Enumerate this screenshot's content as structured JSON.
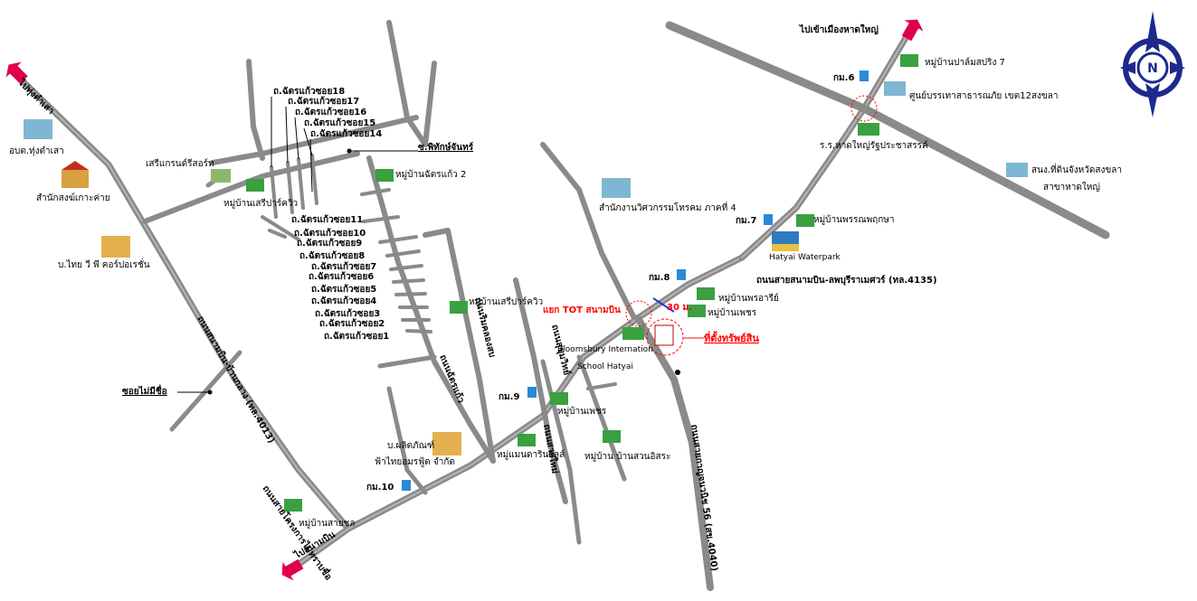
{
  "direction_labels": {
    "to_thung_tam_sao": "ไปทุ่งตำเสา",
    "to_hat_yai": "ไปเข้าเมืองหาดใหญ่",
    "to_sanambin": "ไปสนามบิน"
  },
  "road_names": {
    "sanambin_ban_klang": "ถนนสนามบิน-บ้านกลาง (ทล.4013)",
    "sanambin_lopburi": "ถนนสายสนามบิน-ลพบุรีราเมศวร์ (ทล.4135)",
    "kanchanawanit": "ถนนสายกาญจนวนิช 56 (สข.4040)",
    "sai_mai_khrongkan": "ถนนสายโครงการไม่ทราบชื่อ",
    "rim_khlong": "ถนนริมคลองสบ",
    "sak_pho": "ถนนสุขุมวิทย์",
    "chat_kaew": "ถนนฉัตรแก้ว",
    "sai_khok_pran": "ถนนสายใหม่"
  },
  "soi_labels": [
    "ถ.ฉัตรแก้วซอย18",
    "ถ.ฉัตรแก้วซอย17",
    "ถ.ฉัตรแก้วซอย16",
    "ถ.ฉัตรแก้วซอย15",
    "ถ.ฉัตรแก้วซอย14",
    "ถ.ฉัตรแก้วซอย11",
    "ถ.ฉัตรแก้วซอย10",
    "ถ.ฉัตรแก้วซอย9",
    "ถ.ฉัตรแก้วซอย8",
    "ถ.ฉัตรแก้วซอย7",
    "ถ.ฉัตรแก้วซอย6",
    "ถ.ฉัตรแก้วซอย5",
    "ถ.ฉัตรแก้วซอย4",
    "ถ.ฉัตรแก้วซอย3",
    "ถ.ฉัตรแก้วซอย2",
    "ถ.ฉัตรแก้วซอย1"
  ],
  "other_roads": {
    "phithak_chan": "ซ.พิทักษ์จันทร์",
    "soi_no_name": "ซอยไม่มีชื่อ"
  },
  "km_markers": [
    "กม.6",
    "กม.7",
    "กม.8",
    "กม.9",
    "กม.10"
  ],
  "places": {
    "obt": "อบต.ทุ่งตำเสา",
    "buddhist_office": "สำนักสงฆ์เกาะค่าย",
    "thai_vp": "บ.ไทย วี พี คอร์ปอเรชั่น",
    "seri_grand": "เสรีแกรนด์รีสอร์ท",
    "seri_park_1": "หมู่บ้านเสรีปาร์ควิว",
    "chat_kaew_2": "หมู่บ้านฉัตรแก้ว 2",
    "seri_park_2": "หมู่บ้านเสรีปาร์ควิว",
    "palm_spring": "หมู่บ้านปาล์มสปริง 7",
    "disaster_center": "ศูนย์บรรเทาสาธารณภัย เขต12สงขลา",
    "school_hatyai": "ร.ร.หาดใหญ่รัฐประชาสรรค์",
    "land_office_1": "สนง.ที่ดินจังหวัดสงขลา",
    "land_office_2": "สาขาหาดใหญ่",
    "engineering_office": "สำนักงานวิศวกรรมโทรคม ภาคที่ 4",
    "phannaphruksa": "หมู่บ้านพรรณพฤกษา",
    "waterpark": "Hatyai Waterpark",
    "phon_ari": "หมู่บ้านพรอารีย์",
    "phet_1": "หมู่บ้านเพชร",
    "tot_junction": "แยก TOT สนามบิน",
    "distance": "30 ม.",
    "property": "ที่ตั้งทรัพย์สิน",
    "bloomsbury_1": "Bloomsbury Internation",
    "bloomsbury_2": "School Hatyai",
    "phet_2": "หมู่บ้านเพชร",
    "maen_ta": "หมู่แมนดารินวิลล์",
    "suan_isara": "หมู่บ้าน บ้านสวนอิสระ",
    "factory_1": "บ.ผลิตภัณฑ์",
    "factory_2": "ฟ้าไทยอมรฟู้ด จำกัด",
    "sai_son": "หมู่บ้านสายชล"
  },
  "compass": {
    "label": "N"
  },
  "colors": {
    "road": "#8a8a8a",
    "arrow": "#e0004a",
    "compass": "#1c2a8c",
    "property_marker": "#ff0000",
    "junction_label": "#ff0000"
  }
}
